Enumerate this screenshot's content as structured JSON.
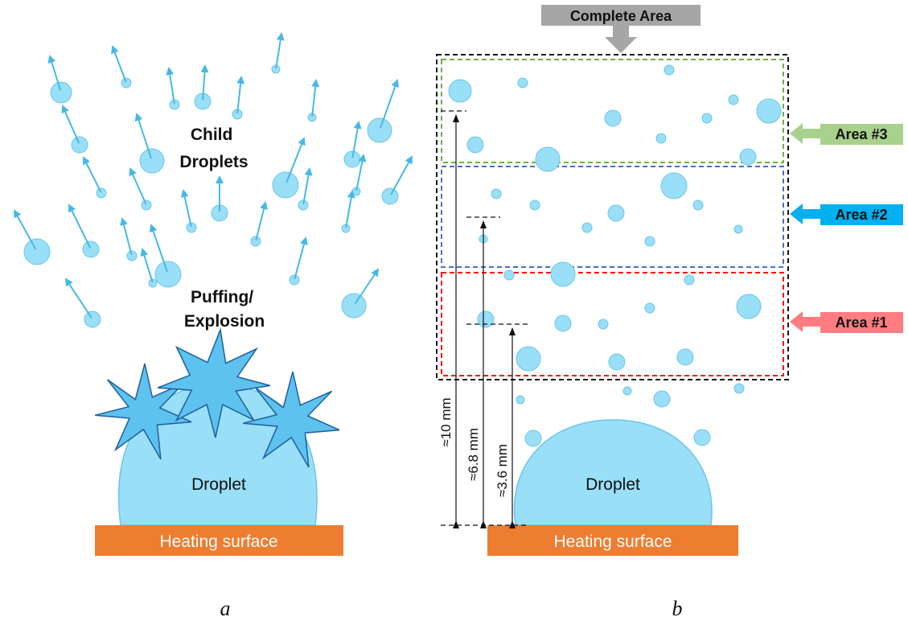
{
  "panel_a": {
    "title": "Child Droplets",
    "title_line1": "Child",
    "title_line2": "Droplets",
    "puffing_line1": "Puffing/",
    "puffing_line2": "Explosion",
    "droplet_label": "Droplet",
    "surface_label": "Heating surface",
    "caption": "a"
  },
  "panel_b": {
    "complete_area": "Complete Area",
    "area3": "Area #3",
    "area2": "Area #2",
    "area1": "Area #1",
    "dim_10": "≈10 mm",
    "dim_68": "≈6.8 mm",
    "dim_36": "≈3.6 mm",
    "droplet_label": "Droplet",
    "surface_label": "Heating surface",
    "caption": "b"
  },
  "colors": {
    "droplet_fill": "#99dff7",
    "droplet_stroke": "#6cc5e8",
    "arrow": "#45b9e6",
    "star_fill": "#5dc2ee",
    "star_stroke": "#1f5fa0",
    "surface": "#ed7d31",
    "area3_box": "#70ad47",
    "area2_box": "#4472c4",
    "area1_box": "#ff0000",
    "area3_tag": "#a9d18e",
    "area2_tag": "#00b0f0",
    "area1_tag": "#ff7c80",
    "complete_tag": "#a6a6a6"
  }
}
